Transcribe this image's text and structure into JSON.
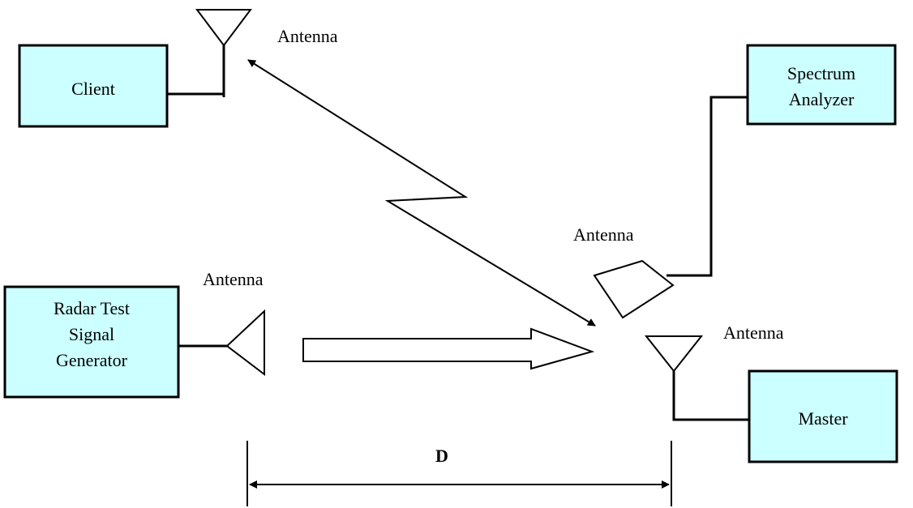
{
  "colors": {
    "box_fill": "#ccffff",
    "stroke": "#000000",
    "background": "#ffffff"
  },
  "boxes": {
    "client": {
      "lines": [
        "Client"
      ]
    },
    "spectrum_analyzer": {
      "lines": [
        "Spectrum",
        "Analyzer"
      ]
    },
    "radar_generator": {
      "lines": [
        "Radar Test",
        "Signal",
        "Generator"
      ]
    },
    "master": {
      "lines": [
        "Master"
      ]
    }
  },
  "antenna_labels": {
    "client": "Antenna",
    "spectrum_analyzer": "Antenna",
    "radar_generator": "Antenna",
    "master": "Antenna"
  },
  "distance_label": "D"
}
